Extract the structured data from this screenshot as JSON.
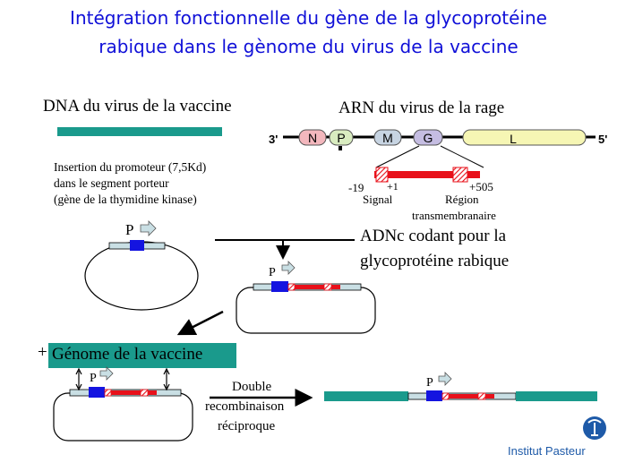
{
  "title": {
    "line1": "Intégration fonctionnelle du gène de la glycoprotéine",
    "line2": "rabique dans le gènome du virus de la vaccine"
  },
  "vaccinia_dna_label": "DNA du virus de la vaccine",
  "rabies_rna_label": "ARN du virus de la rage",
  "genome_ends": {
    "left": "3'",
    "right": "5'"
  },
  "genes": [
    "N",
    "P",
    "M",
    "G",
    "L"
  ],
  "g_gene_detail": {
    "pos_start": "-19",
    "pos_plus1": "+1",
    "pos_end": "+505",
    "signal_label": "Signal",
    "region_label_1": "Région",
    "region_label_2": "transmembranaire"
  },
  "insertion_text": {
    "line1": "Insertion du promoteur (7,5Kd)",
    "line2": "dans le segment porteur",
    "line3": "(gène de la thymidine kinase)"
  },
  "promoter_label": "P",
  "cdna_label": {
    "line1": "ADNc codant pour la",
    "line2": "glycoprotéine rabique"
  },
  "vaccine_genome_label": "Génome de la vaccine",
  "plus_sign": "+",
  "recombination_label": {
    "line1": "Double",
    "line2": "recombinaison",
    "line3": "réciproque"
  },
  "logo_text": "Institut Pasteur",
  "colors": {
    "title": "#1010d8",
    "teal": "#1a9a8c",
    "red": "#e8101a",
    "blue": "#1414e0",
    "light_box": "#c9dfe4",
    "gene_L": "#f6f6b4",
    "gene_N": "#f3b7bd",
    "gene_P": "#d9ecc0",
    "gene_M": "#c7d4e2",
    "gene_G": "#c5bde2",
    "logo_blue": "#1e5aa8"
  }
}
